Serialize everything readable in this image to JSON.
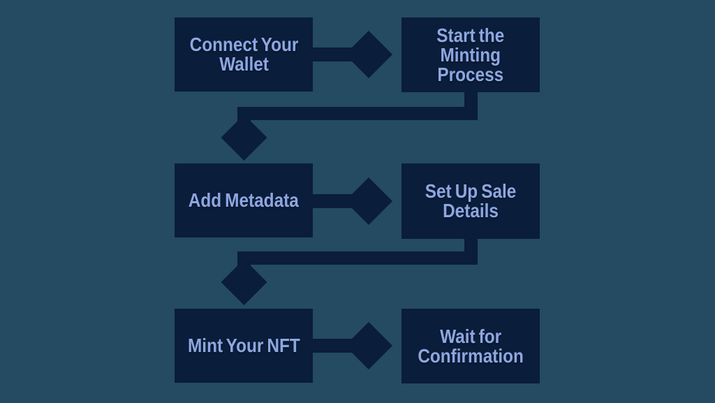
{
  "colors": {
    "background": "#244B61",
    "box_fill": "#0A1D3A",
    "connector": "#0A1D3A",
    "label_text": "#8EA7E0"
  },
  "flowchart": {
    "steps": [
      {
        "order": 1,
        "label": "Connect Your\nWallet"
      },
      {
        "order": 2,
        "label": "Start the\nMinting\nProcess"
      },
      {
        "order": 3,
        "label": "Add Metadata"
      },
      {
        "order": 4,
        "label": "Set Up Sale\nDetails"
      },
      {
        "order": 5,
        "label": "Mint Your NFT"
      },
      {
        "order": 6,
        "label": "Wait for\nConfirmation"
      }
    ],
    "connections": [
      {
        "from": 1,
        "to": 2,
        "style": "straight-right-arrow"
      },
      {
        "from": 2,
        "to": 3,
        "style": "elbow-down-left-down-arrow"
      },
      {
        "from": 3,
        "to": 4,
        "style": "straight-right-arrow"
      },
      {
        "from": 4,
        "to": 5,
        "style": "elbow-down-left-down-arrow"
      },
      {
        "from": 5,
        "to": 6,
        "style": "straight-right-arrow"
      }
    ]
  }
}
